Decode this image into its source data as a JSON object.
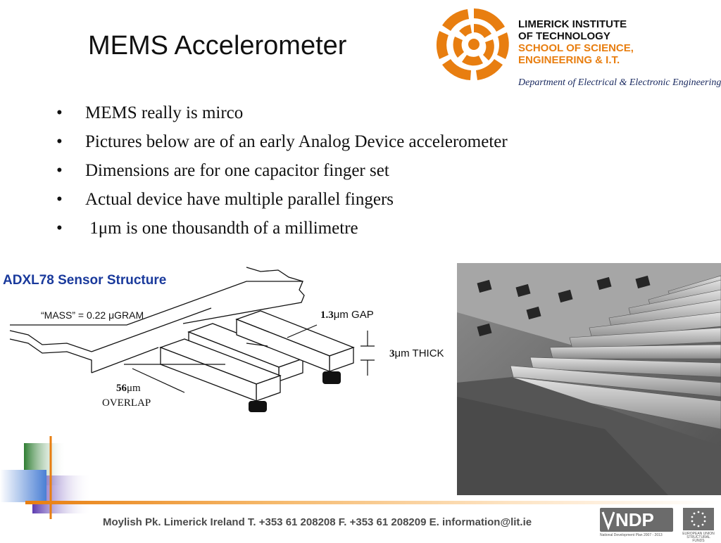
{
  "slide": {
    "title": "MEMS Accelerometer",
    "bullets": [
      "MEMS really is mirco",
      "Pictures below are of an early Analog Device accelerometer",
      "Dimensions are for one capacitor finger set",
      "Actual device have multiple parallel fingers",
      " 1μm is one thousandth of a millimetre"
    ],
    "bullet_symbol": "•"
  },
  "logo": {
    "line1": "LIMERICK INSTITUTE",
    "line2": "OF TECHNOLOGY",
    "line3": "SCHOOL OF SCIENCE,",
    "line4": "ENGINEERING & I.T.",
    "department": "Department of Electrical & Electronic Engineering",
    "accent_color": "#e87e10"
  },
  "diagram": {
    "heading": "ADXL78 Sensor Structure",
    "heading_color": "#1a3a9c",
    "mass_label": "“MASS” = 0.22 μGRAM",
    "gap_value": "1.3",
    "gap_unit": "μm GAP",
    "thick_value": "3",
    "thick_unit": "μm THICK",
    "overlap_value": "56",
    "overlap_unit": "μm",
    "overlap_label": "OVERLAP"
  },
  "footer": {
    "text": "Moylish Pk. Limerick Ireland T. +353 61 208208 F. +353 61 208209 E. information@lit.ie",
    "ndp_label": "NDP",
    "ndp_sub": "National Development Plan 2007 - 2013",
    "eu_sub": "EUROPEAN UNION STRUCTURAL FUNDS"
  }
}
